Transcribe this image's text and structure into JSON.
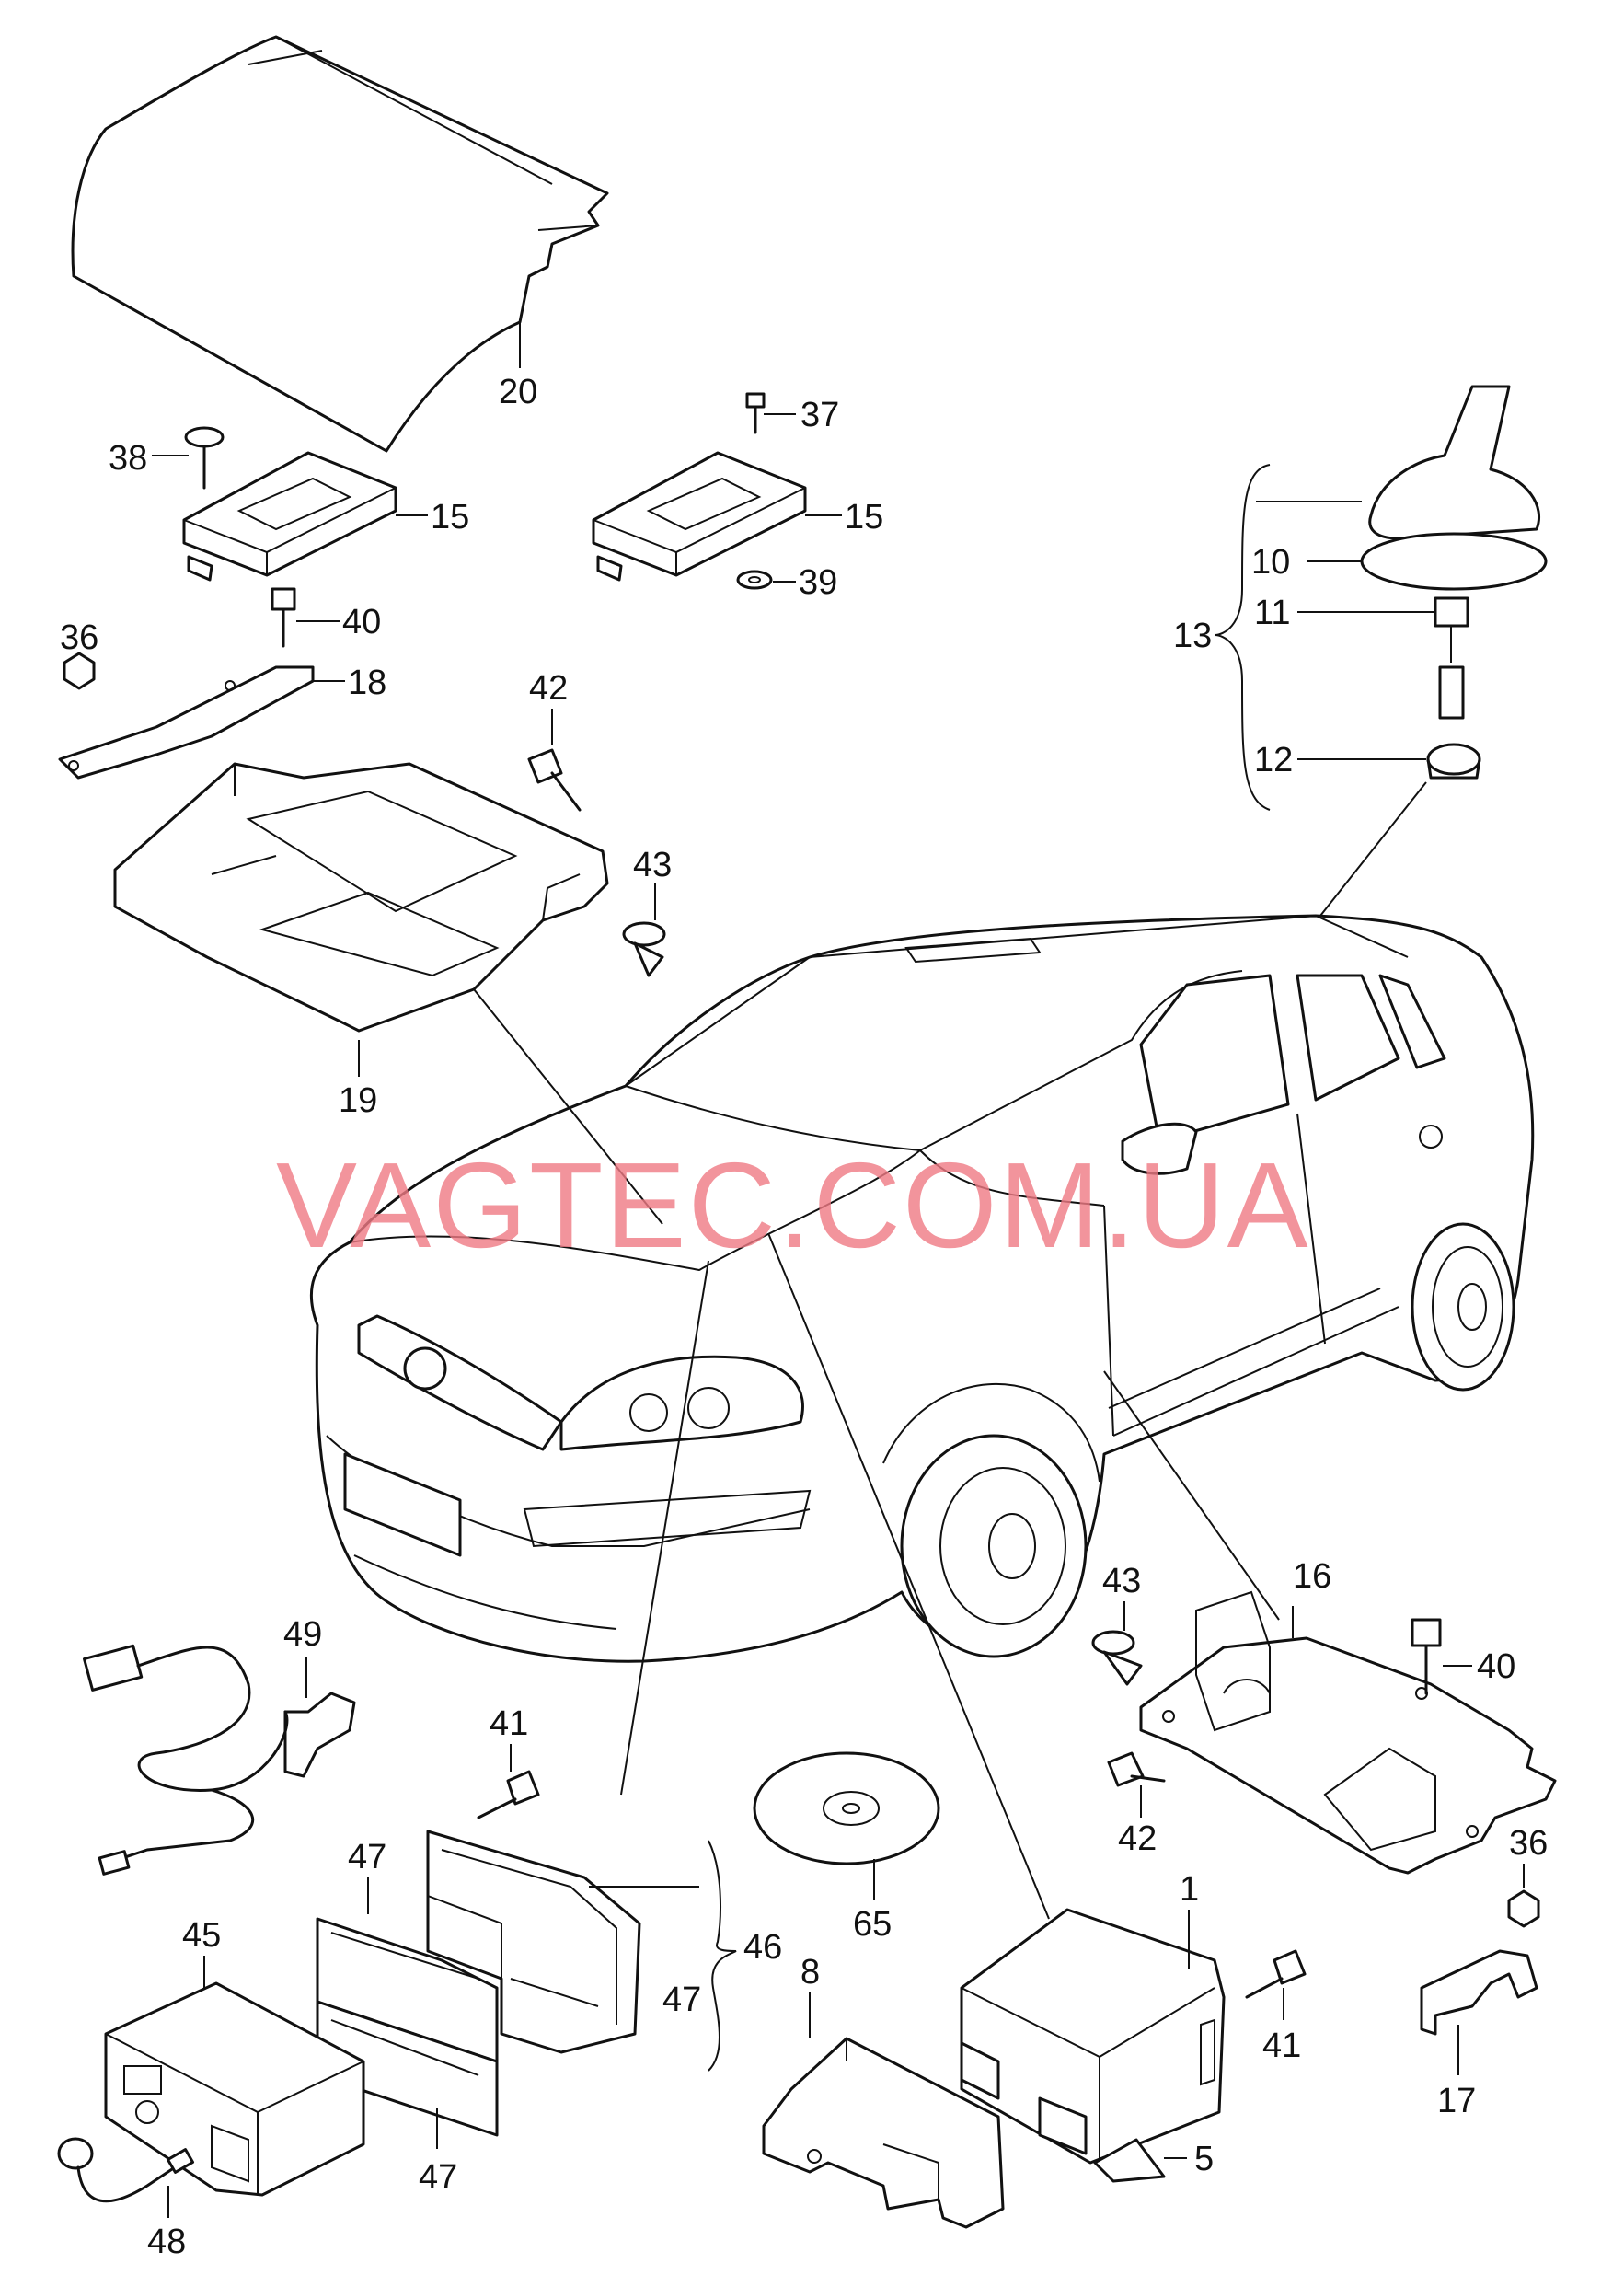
{
  "watermark": "VAGTEC.COM.UA",
  "labels": {
    "l1": "1",
    "l5": "5",
    "l8": "8",
    "l10": "10",
    "l11": "11",
    "l12": "12",
    "l13": "13",
    "l15a": "15",
    "l15b": "15",
    "l16": "16",
    "l17": "17",
    "l18": "18",
    "l19": "19",
    "l20": "20",
    "l36a": "36",
    "l36b": "36",
    "l37": "37",
    "l38": "38",
    "l39": "39",
    "l40a": "40",
    "l40b": "40",
    "l41a": "41",
    "l41b": "41",
    "l42a": "42",
    "l42b": "42",
    "l43a": "43",
    "l43b": "43",
    "l45": "45",
    "l46": "46",
    "l47a": "47",
    "l47b": "47",
    "l47c": "47",
    "l48": "48",
    "l49": "49",
    "l65": "65"
  }
}
